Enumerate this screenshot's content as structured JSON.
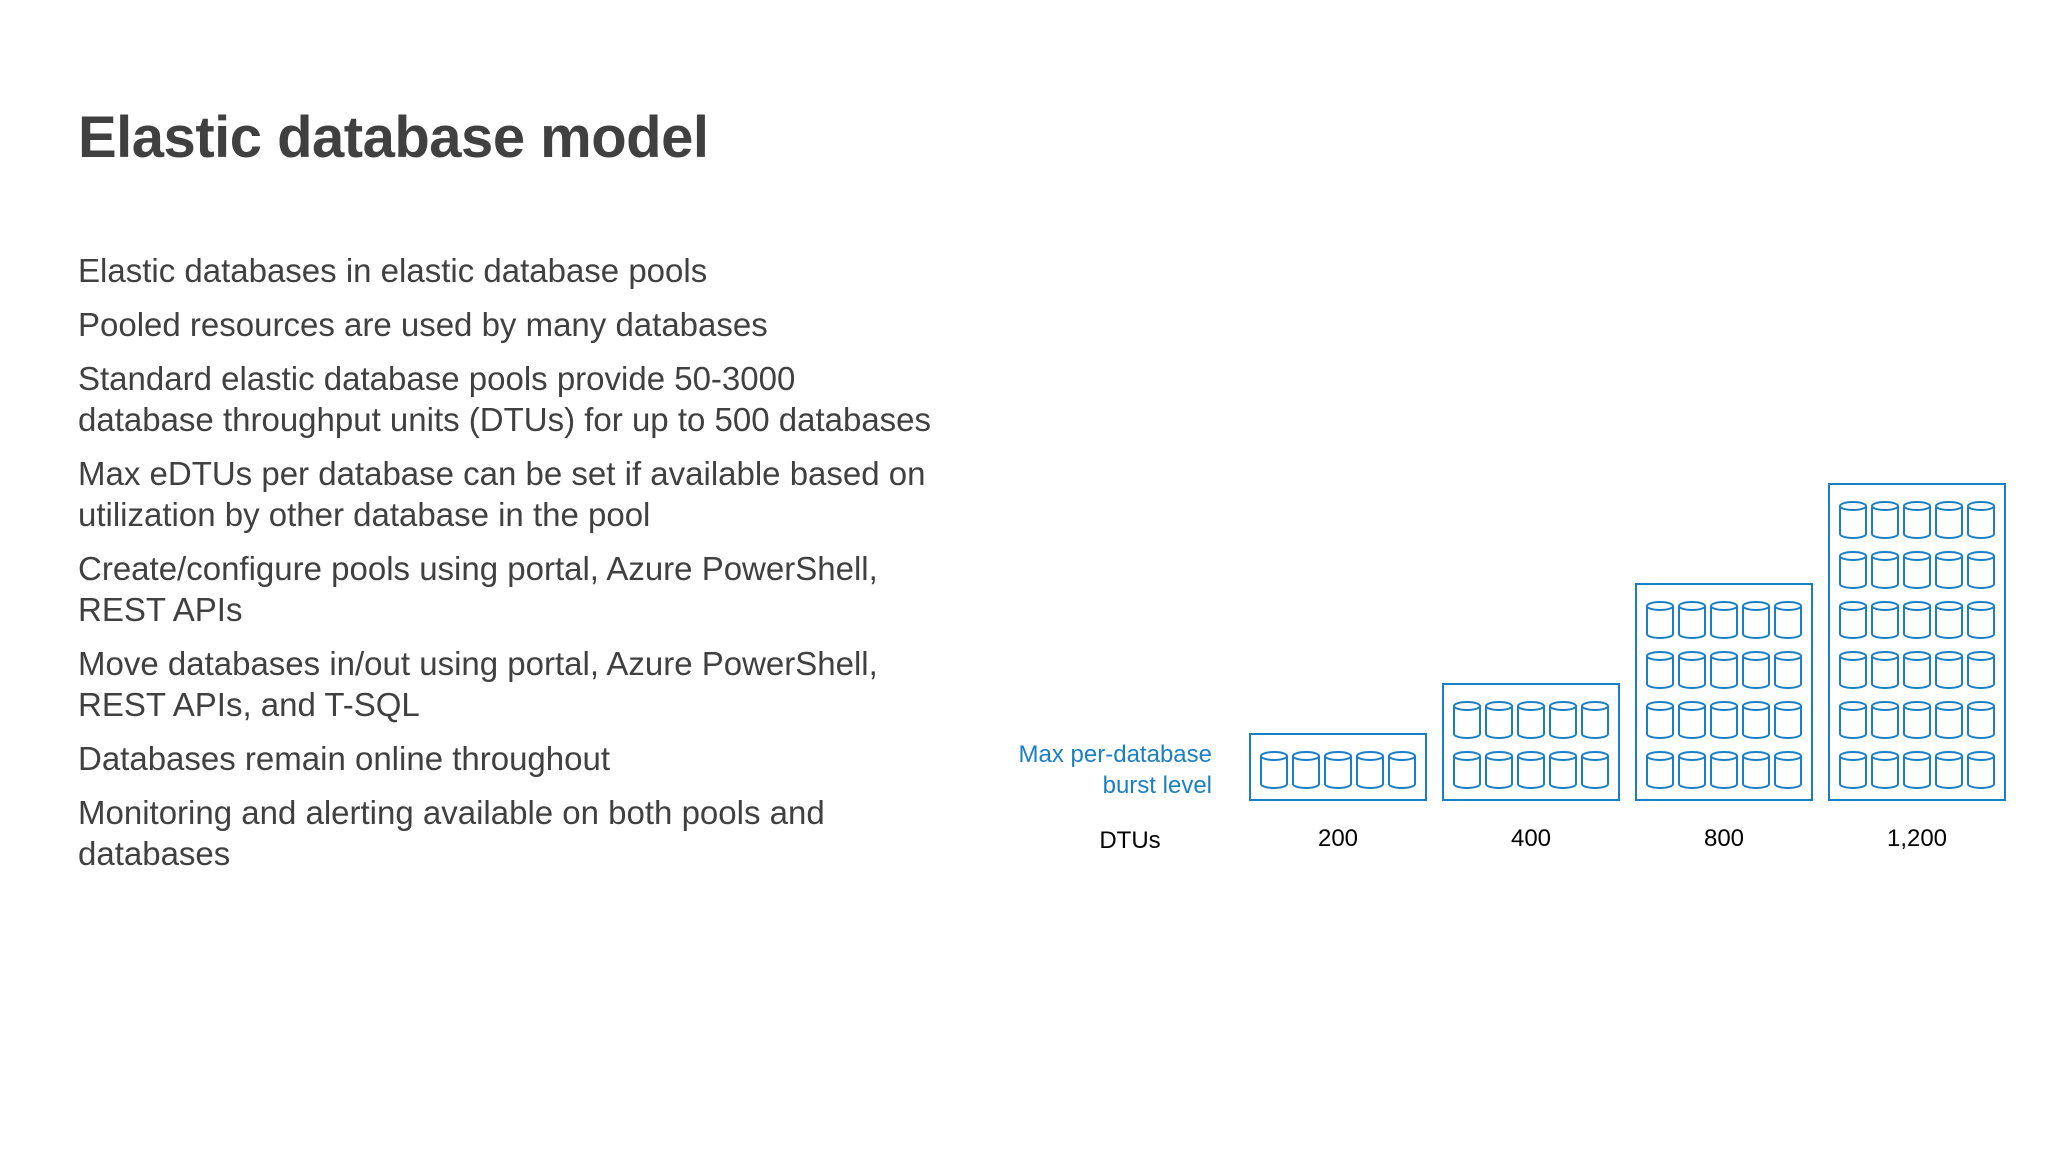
{
  "slide": {
    "title": "Elastic database model",
    "bullets": [
      "Elastic databases in elastic database pools",
      "Pooled resources are used by many databases",
      "Standard elastic database pools provide 50-3000 database throughput units (DTUs) for up to 500 databases",
      "Max eDTUs per database can be set if available based on utilization by other database in the pool",
      "Create/configure pools using portal, Azure PowerShell, REST APIs",
      "Move databases in/out using portal, Azure PowerShell, REST APIs, and T-SQL",
      "Databases remain online throughout",
      "Monitoring and alerting available on both pools and databases"
    ]
  },
  "diagram": {
    "label_lines": [
      "Max per-database",
      "burst level"
    ],
    "axis_label": "DTUs",
    "accent_color": "#1b7fc4",
    "icon": "database-cylinder-icon",
    "columns_per_pool": 5,
    "pools": [
      {
        "dtu_label": "200",
        "rows": 1
      },
      {
        "dtu_label": "400",
        "rows": 2
      },
      {
        "dtu_label": "800",
        "rows": 4
      },
      {
        "dtu_label": "1,200",
        "rows": 6
      }
    ]
  }
}
